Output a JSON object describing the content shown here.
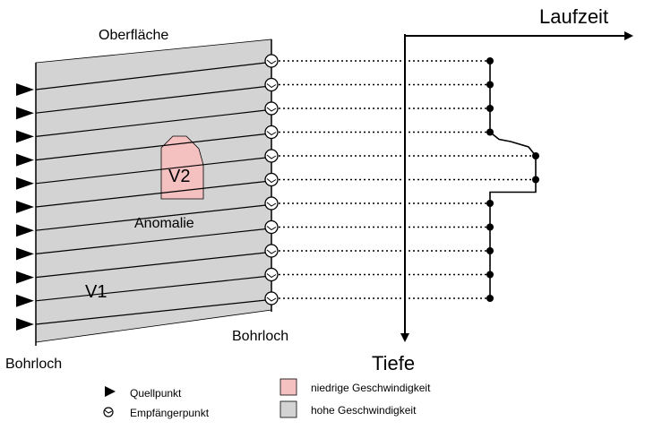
{
  "labels": {
    "surface": "Oberfläche",
    "borehole_left": "Bohrloch",
    "borehole_right": "Bohrloch",
    "anomaly_velocity": "V2",
    "anomaly": "Anomalie",
    "background_velocity": "V1",
    "travel_time_axis": "Laufzeit",
    "depth_axis": "Tiefe"
  },
  "legend": {
    "source": "Quellpunkt",
    "receiver": "Empfängerpunkt",
    "low_velocity": "niedrige Geschwindigkeit",
    "high_velocity": "hohe Geschwindigkeit"
  },
  "colors": {
    "high_velocity_fill": "#d3d3d3",
    "low_velocity_fill": "#f4c0c0",
    "ink": "#000000"
  },
  "travel_times": {
    "receiver_count": 11,
    "delayed_receivers": [
      4,
      5
    ],
    "units": "relative"
  }
}
